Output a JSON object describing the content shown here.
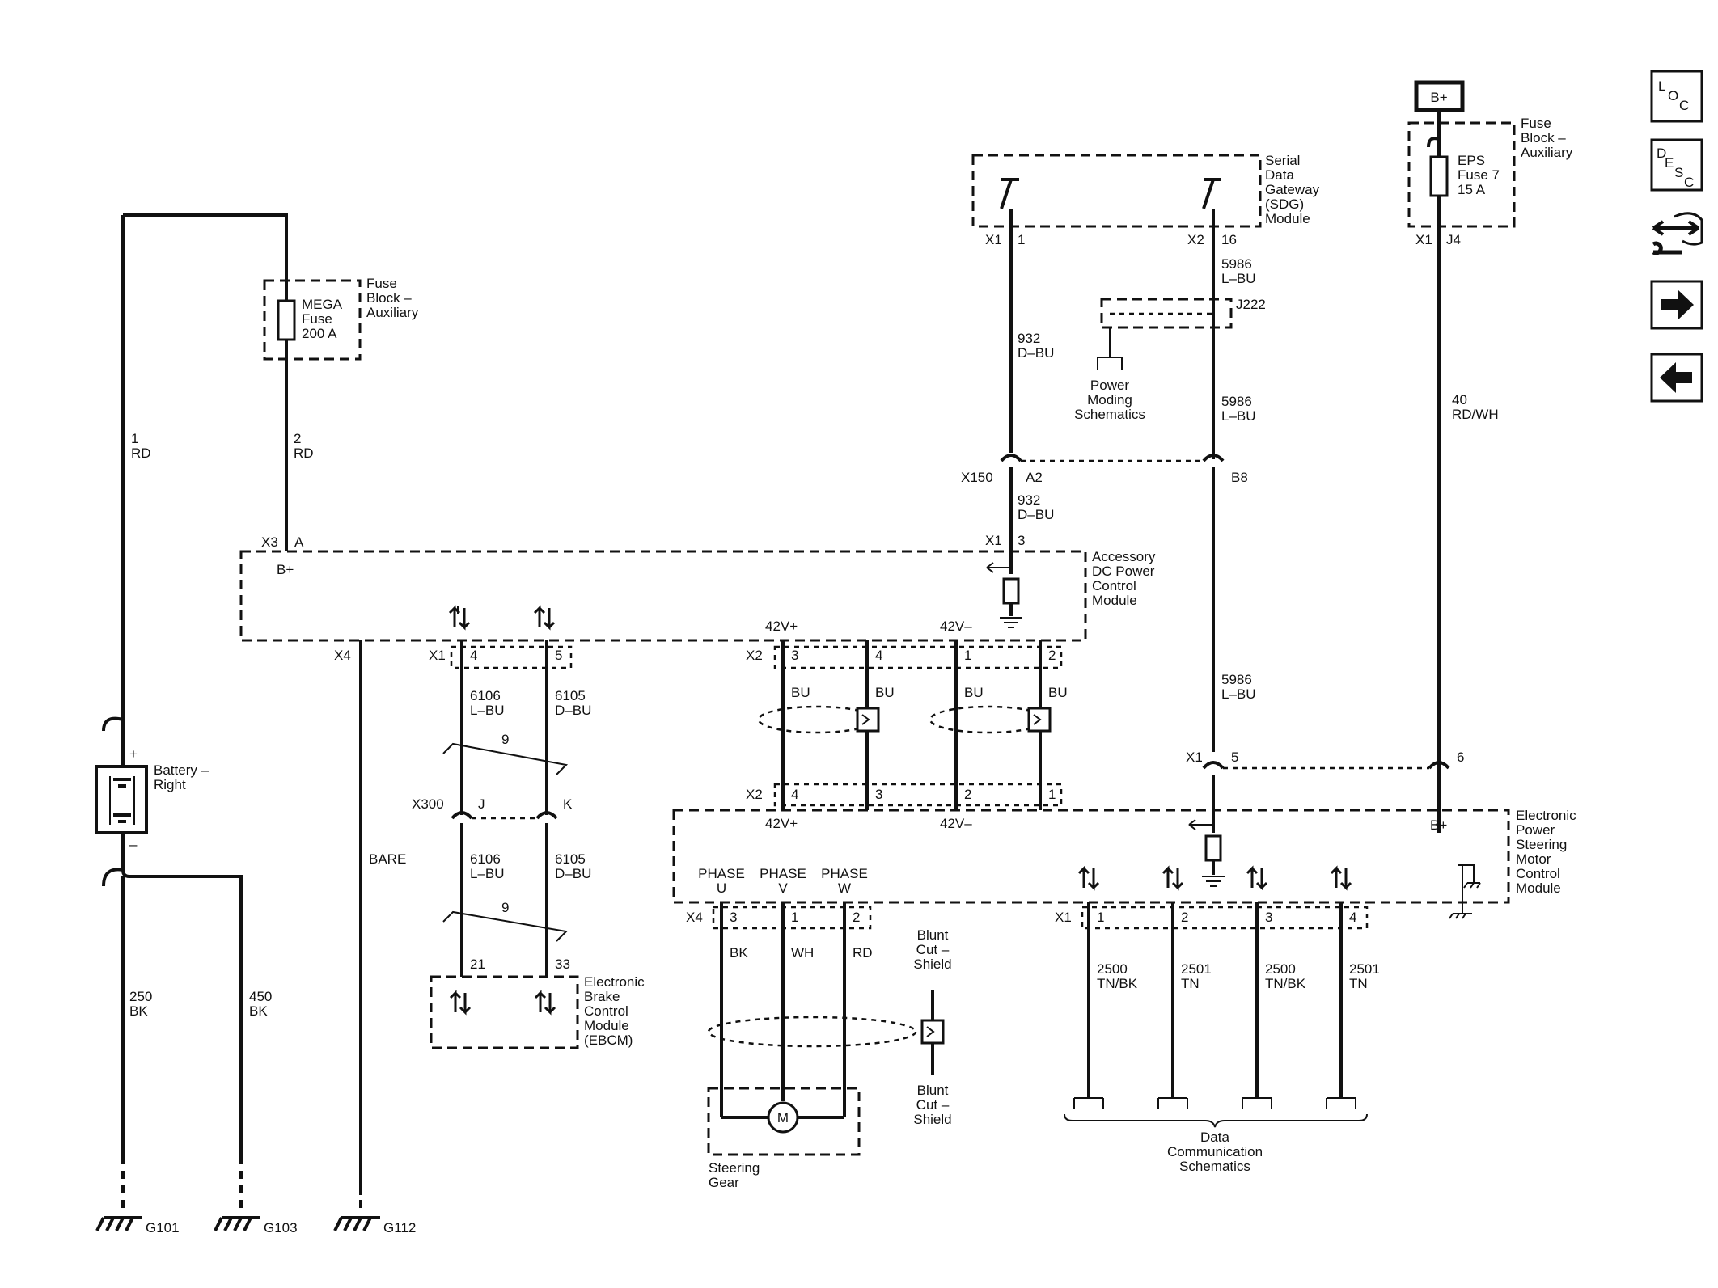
{
  "diagram": {
    "nav": {
      "loc": "LOC",
      "desc": "DESC"
    },
    "bplus_badge": "B+",
    "fuse_aux_left": {
      "name": "Fuse Block – Auxiliary",
      "fuse": "MEGA Fuse 200 A"
    },
    "fuse_aux_right": {
      "name": "Fuse Block – Auxiliary",
      "fuse": "EPS Fuse 7 15 A"
    },
    "sdg": {
      "name": "Serial Data Gateway (SDG) Module",
      "pin_left_conn": "X1",
      "pin_left": "1",
      "pin_right_conn": "X2",
      "pin_right": "16"
    },
    "j222": "J222",
    "power_moding": "Power Moding Schematics",
    "x150": {
      "conn": "X150",
      "a2": "A2",
      "b8": "B8"
    },
    "acdpcm": {
      "name": "Accessory DC Power Control Module",
      "x3": "X3",
      "a": "A",
      "bplus": "B+",
      "x1_3_conn": "X1",
      "x1_3_pin": "3",
      "x4": "X4",
      "x1": "X1",
      "p4": "4",
      "p5": "5",
      "x2": "X2",
      "p3": "3",
      "p4b": "4",
      "p1": "1",
      "p2": "2",
      "v42p": "42V+",
      "v42m": "42V–"
    },
    "epsm": {
      "name": "Electronic Power Steering Motor Control Module",
      "x2": "X2",
      "p4": "4",
      "p3": "3",
      "p2": "2",
      "p1": "1",
      "v42p": "42V+",
      "v42m": "42V–",
      "x1": "X1",
      "p5": "5",
      "p6": "6",
      "bplus": "B+",
      "x4": "X4",
      "x4p3": "3",
      "x4p1": "1",
      "x4p2": "2",
      "phase_u": "PHASE U",
      "phase_v": "PHASE V",
      "phase_w": "PHASE W",
      "x1b": "X1",
      "d1": "1",
      "d2": "2",
      "d3": "3",
      "d4": "4"
    },
    "sdg_x1_j4": {
      "conn": "X1",
      "pin": "J4"
    },
    "battery": {
      "name": "Battery – Right",
      "plus": "+",
      "minus": "–"
    },
    "ebcm": {
      "name": "Electronic Brake Control Module (EBCM)",
      "p21": "21",
      "p33": "33"
    },
    "x300": {
      "conn": "X300",
      "j": "J",
      "k": "K"
    },
    "twist": "9",
    "wires": {
      "w1": "1 RD",
      "w2": "2 RD",
      "w250": "250 BK",
      "w450": "450 BK",
      "bare": "BARE",
      "w6106": "6106 L–BU",
      "w6105": "6105 D–BU",
      "w932": "932 D–BU",
      "w5986": "5986 L–BU",
      "w40": "40 RD/WH",
      "bu": "BU",
      "bk": "BK",
      "wh": "WH",
      "rd": "RD",
      "w2500": "2500 TN/BK",
      "w2501": "2501 TN"
    },
    "blunt_cut_shield": "Blunt Cut – Shield",
    "motor": "M",
    "steering_gear": "Steering Gear",
    "data_comm": "Data Communication Schematics",
    "grounds": {
      "g101": "G101",
      "g103": "G103",
      "g112": "G112"
    }
  }
}
